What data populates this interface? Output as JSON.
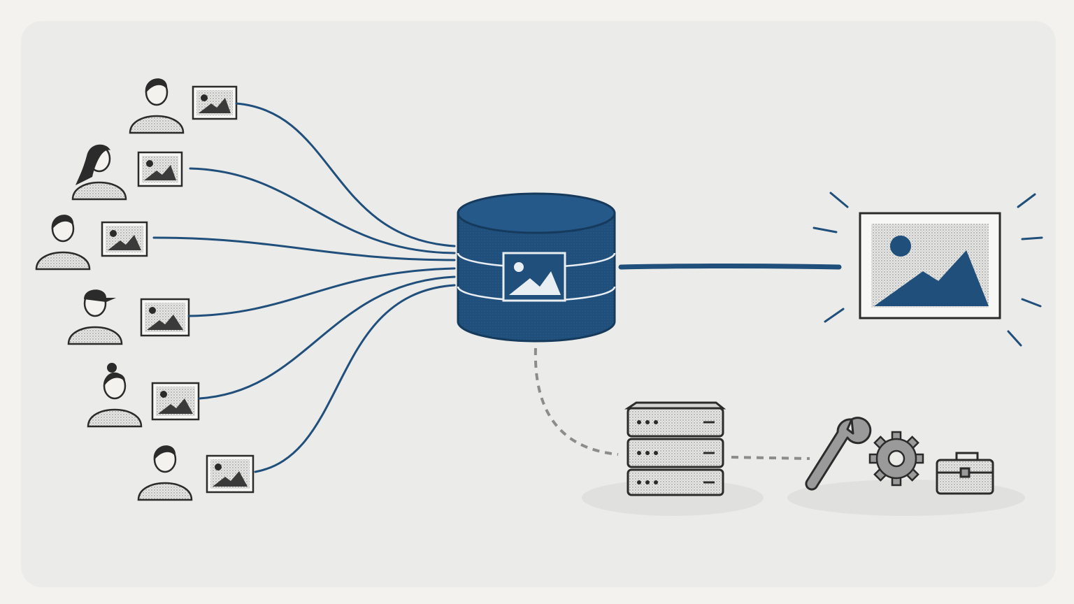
{
  "colors": {
    "background": "#f3f2ee",
    "paper_wash": "#e9e9e7",
    "accent_blue": "#1f4f7a",
    "ink": "#2b2b2b",
    "stipple_gray": "#d8d8d6",
    "dashed_gray": "#8c8c8c",
    "frame_gray": "#3a3a3a"
  },
  "diagram": {
    "contributors": [
      {
        "avatar": "person-short-hair",
        "photo": "image-thumbnail-icon"
      },
      {
        "avatar": "person-long-wavy-hair",
        "photo": "image-thumbnail-icon"
      },
      {
        "avatar": "person-short-hair",
        "photo": "image-thumbnail-icon"
      },
      {
        "avatar": "person-cap",
        "photo": "image-thumbnail-icon"
      },
      {
        "avatar": "person-hair-bun",
        "photo": "image-thumbnail-icon"
      },
      {
        "avatar": "person-short-hair",
        "photo": "image-thumbnail-icon"
      }
    ],
    "central_store": {
      "icon": "database-cylinder-icon",
      "badge_icon": "image-icon"
    },
    "output": {
      "icon": "framed-image-icon",
      "highlight": "radiating-lines"
    },
    "infrastructure": {
      "server_icon": "server-rack-icon",
      "link": "dashed"
    },
    "tools": [
      "wrench-icon",
      "gear-icon",
      "toolbox-icon"
    ]
  }
}
